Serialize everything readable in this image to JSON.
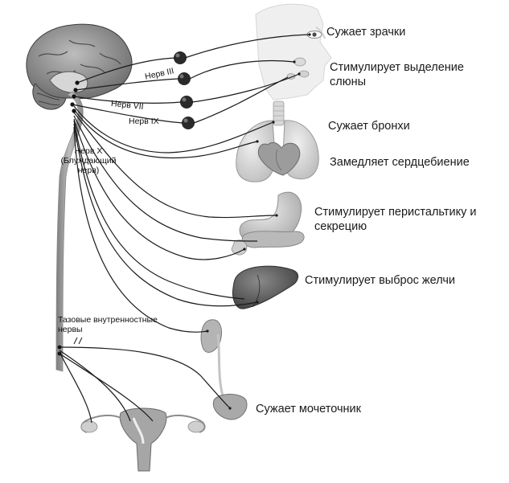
{
  "nerves": {
    "n3": "Нерв III",
    "n7": "Нерв VII",
    "n9": "Нерв IX",
    "vagus": "Нерв X (Блуждающий нерв)",
    "pelvic": "Тазовые внутренностные нервы"
  },
  "effects": [
    "Сужает зрачки",
    "Стимулирует выделение слюны",
    "Сужает бронхи",
    "Замедляет сердцебиение",
    "Стимулирует перистальтику и секрецию",
    "Стимулирует выброс желчи",
    "Сужает мочеточник"
  ],
  "organs": [
    "eye",
    "salivary-glands",
    "lungs",
    "heart",
    "stomach",
    "pancreas",
    "liver",
    "kidney",
    "bladder",
    "uterus"
  ],
  "colors": {
    "ink": "#1a1a1a",
    "tissue": "#a8a8a8",
    "organ_dark": "#5a5a5a",
    "organ_light": "#dcdcdc"
  }
}
